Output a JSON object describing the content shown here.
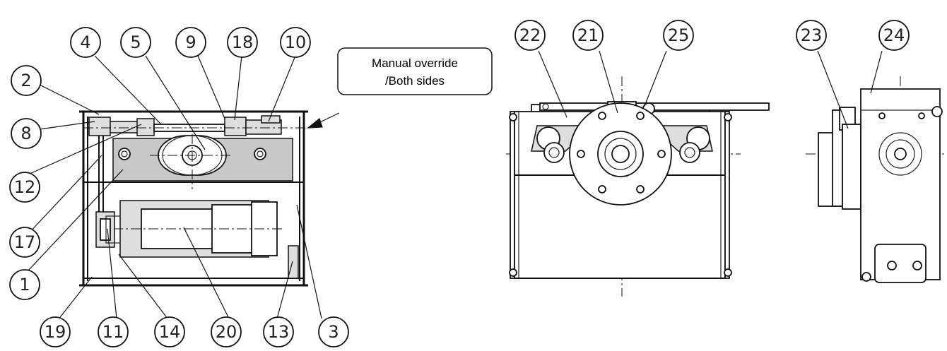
{
  "note": {
    "line1": "Manual override",
    "line2": "/Both sides"
  },
  "callouts": {
    "c2": "2",
    "c4": "4",
    "c5": "5",
    "c9": "9",
    "c18": "18",
    "c10": "10",
    "c8": "8",
    "c12": "12",
    "c17": "17",
    "c1": "1",
    "c19": "19",
    "c11": "11",
    "c14": "14",
    "c20": "20",
    "c13": "13",
    "c3": "3",
    "c22": "22",
    "c21": "21",
    "c25": "25",
    "c23": "23",
    "c24": "24"
  }
}
